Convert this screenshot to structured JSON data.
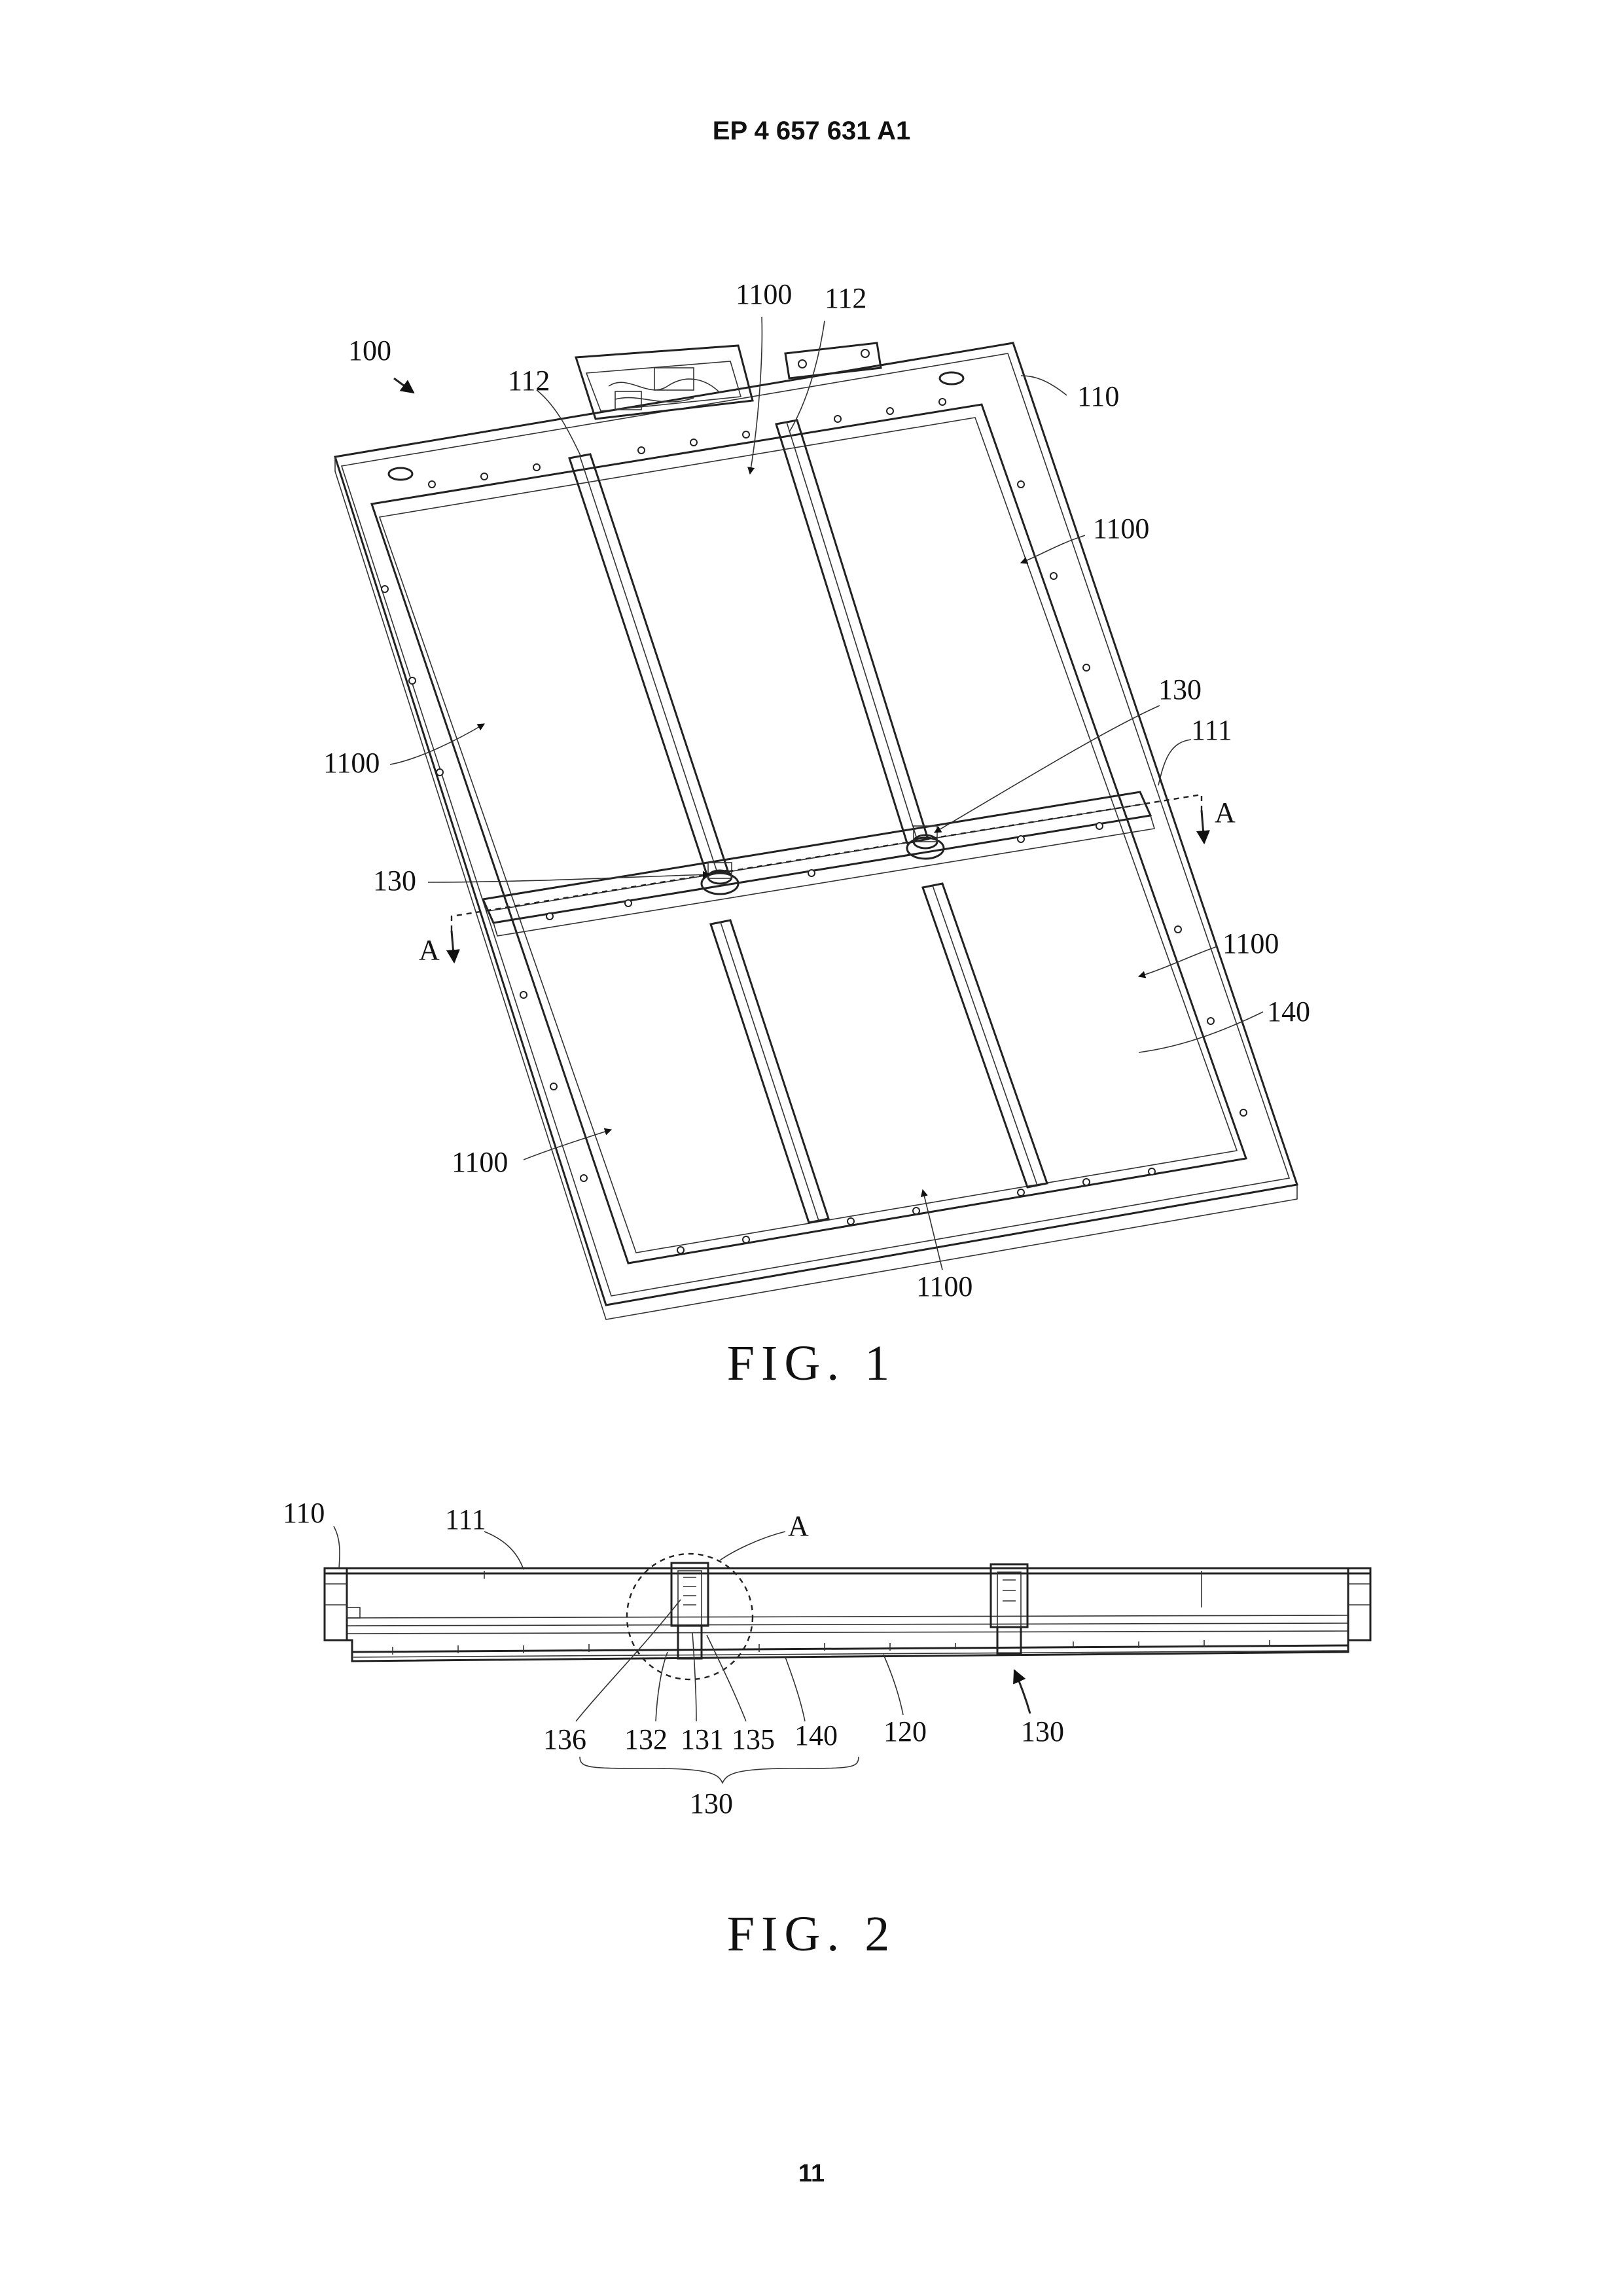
{
  "header": {
    "publication": "EP 4 657 631 A1"
  },
  "page_number": "11",
  "figures": [
    {
      "caption": "FIG. 1",
      "labels": [
        "100",
        "1100",
        "112",
        "112",
        "110",
        "1100",
        "130",
        "111",
        "A",
        "1100",
        "130",
        "A",
        "1100",
        "140",
        "1100",
        "1100"
      ]
    },
    {
      "caption": "FIG. 2",
      "labels": [
        "110",
        "111",
        "A",
        "136",
        "132",
        "131",
        "135",
        "140",
        "120",
        "130",
        "130"
      ]
    }
  ]
}
